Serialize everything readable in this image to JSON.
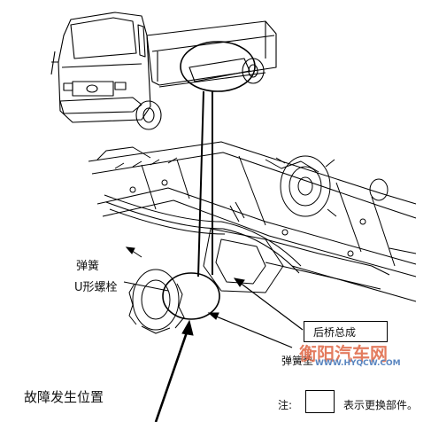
{
  "labels": {
    "spring": "弹簧",
    "u_bolt": "U形螺栓",
    "rear_axle_assembly": "后桥总成",
    "spring_partial": "弹簧垫",
    "fault_location": "故障发生位置",
    "note_prefix": "注:",
    "note_suffix": "表示更换部件。"
  },
  "watermark": {
    "brand": "衡阳汽车网",
    "url": "WWW.HYQCW.COM"
  },
  "icons": {
    "truck": "truck-illustration",
    "chassis": "rear-chassis-illustration"
  },
  "colors": {
    "line": "#000000",
    "watermark_red": "#e06a4a",
    "watermark_blue": "#5a86c0"
  }
}
